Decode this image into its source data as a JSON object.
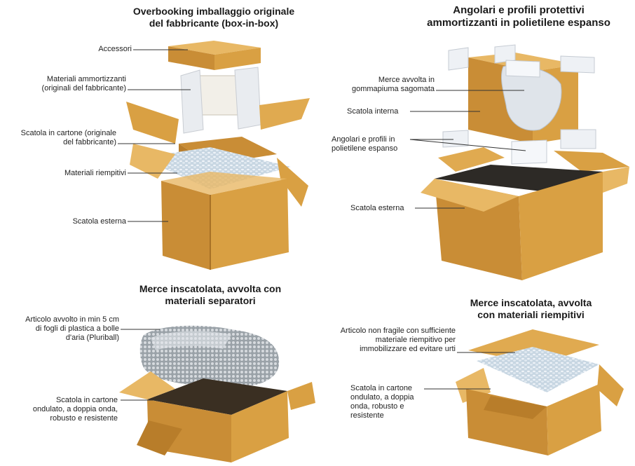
{
  "panels": {
    "p1": {
      "title_line1": "Overbooking imballaggio originale",
      "title_line2": "del fabbricante (box-in-box)",
      "labels": {
        "accessori": "Accessori",
        "ammortizzanti_l1": "Materiali ammortizzanti",
        "ammortizzanti_l2": "(originali del fabbricante)",
        "cartone_l1": "Scatola in cartone (originale",
        "cartone_l2": "del fabbricante)",
        "riempitivi": "Materiali riempitivi",
        "esterna": "Scatola esterna"
      }
    },
    "p2": {
      "title_line1": "Angolari e profili protettivi",
      "title_line2": "ammortizzanti in polietilene espanso",
      "labels": {
        "merce_l1": "Merce avvolta in",
        "merce_l2": "gommapiuma sagomata",
        "interna": "Scatola interna",
        "angolari_l1": "Angolari e profili in",
        "angolari_l2": "polietilene espanso",
        "esterna": "Scatola esterna"
      }
    },
    "p3": {
      "title_line1": "Merce inscatolata, avvolta con",
      "title_line2": "materiali separatori",
      "labels": {
        "articolo_l1": "Articolo avvolto in min 5 cm",
        "articolo_l2": "di fogli di plastica a bolle",
        "articolo_l3": "d'aria (Pluriball)",
        "scatola_l1": "Scatola in cartone",
        "scatola_l2": "ondulato, a doppia onda,",
        "scatola_l3": "robusto e resistente"
      }
    },
    "p4": {
      "title_line1": "Merce inscatolata, avvolta",
      "title_line2": "con materiali riempitivi",
      "labels": {
        "articolo_l1": "Articolo non fragile con sufficiente",
        "articolo_l2": "materiale riempitivo per",
        "articolo_l3": "immobilizzare ed evitare urti",
        "scatola_l1": "Scatola in cartone",
        "scatola_l2": "ondulato, a doppia",
        "scatola_l3": "onda, robusto e",
        "scatola_l4": "resistente"
      }
    }
  },
  "colors": {
    "cardboard": "#d9a043",
    "cardboard_dark": "#b87d2a",
    "cardboard_light": "#e8b865",
    "foam": "#eef1f5",
    "leader": "#333333"
  }
}
